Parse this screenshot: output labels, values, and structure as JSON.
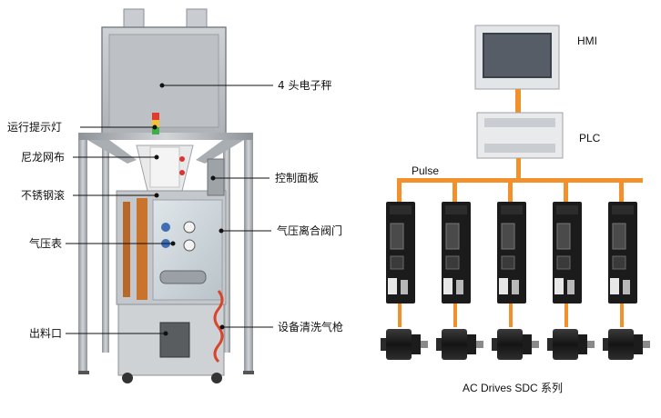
{
  "machine": {
    "labels": {
      "scale": "4 头电子秤",
      "indicator_light": "运行提示灯",
      "nylon_mesh": "尼龙网布",
      "control_panel": "控制面板",
      "steel_roller": "不锈钢滚",
      "gauge": "气压表",
      "clutch_valve": "气压离合阀门",
      "outlet": "出料口",
      "air_gun": "设备清洗气枪"
    }
  },
  "system": {
    "hmi": "HMI",
    "plc": "PLC",
    "pulse": "Pulse",
    "caption": "AC Drives SDC 系列",
    "drive_count": 5
  },
  "colors": {
    "bus": "#f2902c",
    "drive_body": "#1b1b1b",
    "steel": "#b7bcc1",
    "orange_strip": "#c8742c"
  }
}
